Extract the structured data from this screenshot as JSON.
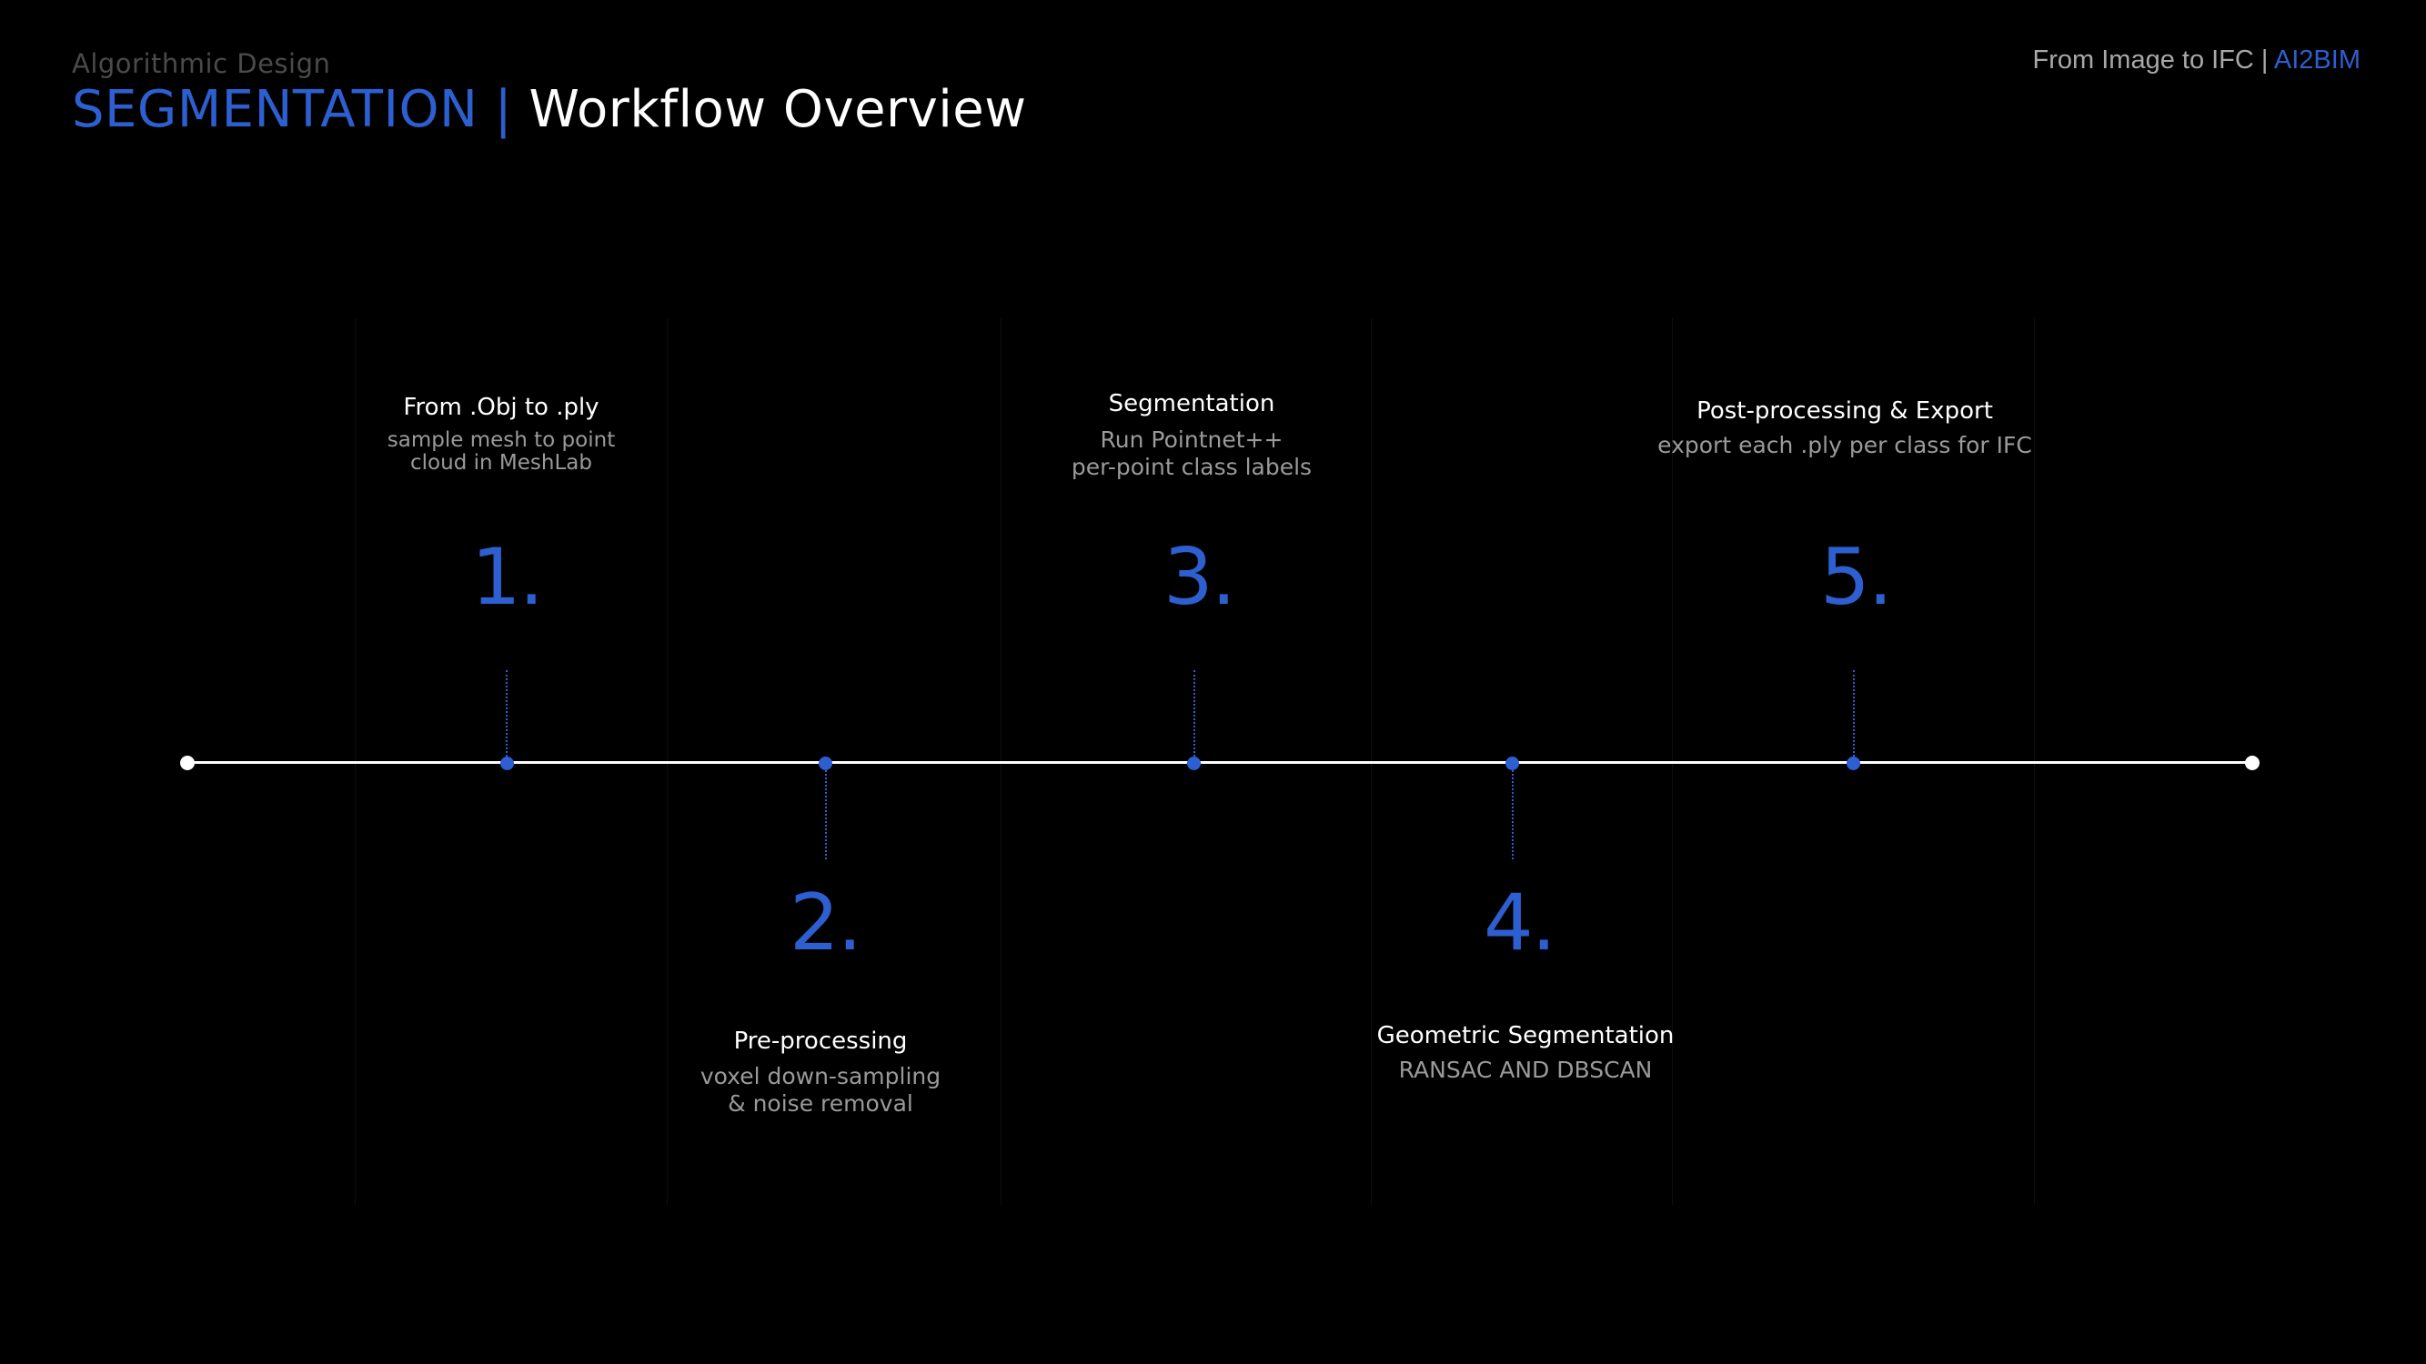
{
  "header": {
    "subtitle": "Algorithmic Design",
    "title_accent": "SEGMENTATION",
    "title_separator": "|",
    "title_main": "Workflow Overview"
  },
  "brand": {
    "label": "From Image to IFC |",
    "accent": "AI2BIM"
  },
  "colors": {
    "accent": "#2d5fd0",
    "background": "#000000",
    "text": "#ffffff",
    "muted": "#9a9a9a"
  },
  "steps": [
    {
      "number": "1.",
      "title": "From .Obj to .ply",
      "desc_lines": [
        "sample mesh to point",
        "cloud in MeshLab"
      ]
    },
    {
      "number": "2.",
      "title": "Pre-processing",
      "desc_lines": [
        "voxel down-sampling",
        "& noise removal"
      ]
    },
    {
      "number": "3.",
      "title": "Segmentation",
      "desc_lines": [
        "Run Pointnet++",
        "per-point class labels"
      ]
    },
    {
      "number": "4.",
      "title": "Geometric Segmentation",
      "desc_lines": [
        "RANSAC AND DBSCAN"
      ]
    },
    {
      "number": "5.",
      "title": "Post-processing & Export",
      "desc_lines": [
        "export each .ply per class for IFC"
      ]
    }
  ]
}
